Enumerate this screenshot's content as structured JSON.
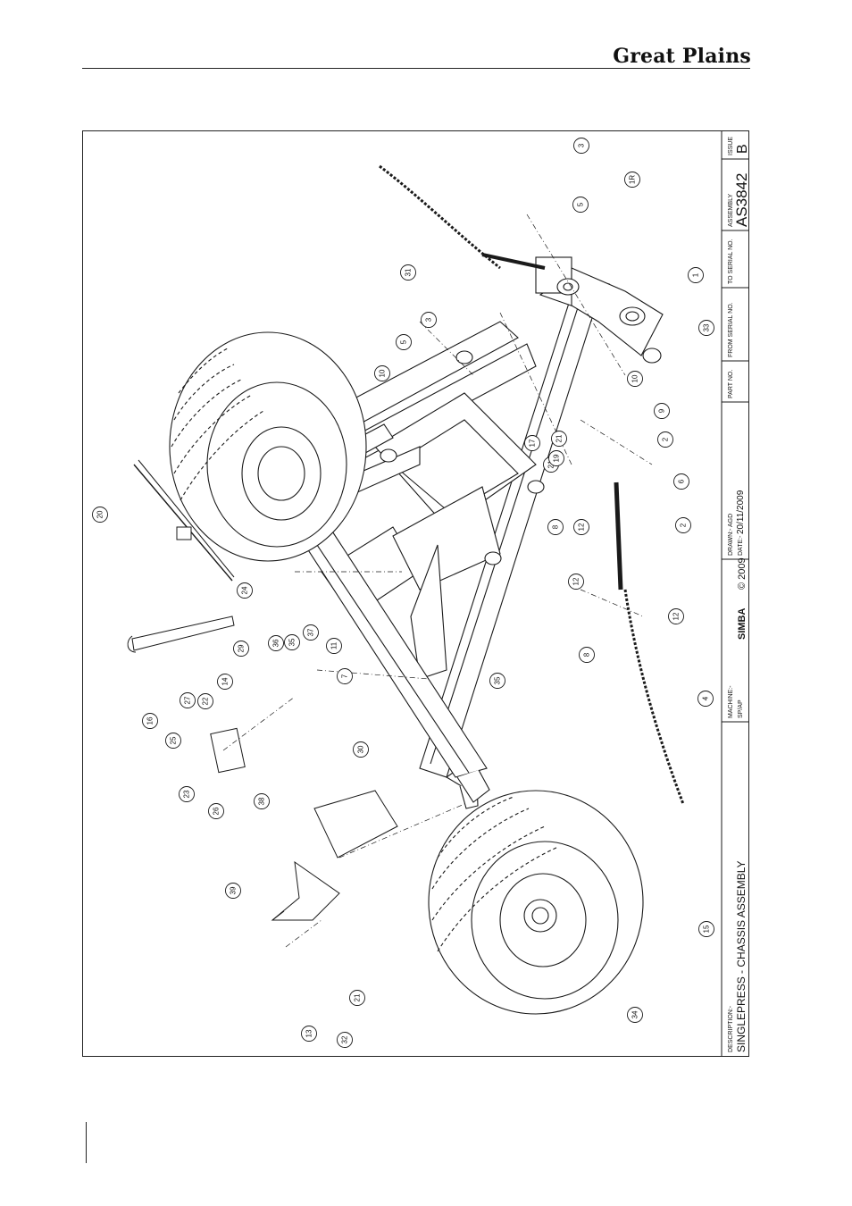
{
  "header": {
    "brand": "Great Plains"
  },
  "title_block": {
    "description_label": "DESCRIPTION:-",
    "description": "SINGLEPRESS - CHASSIS ASSEMBLY",
    "machine_label": "MACHINE:-",
    "machine": "SP/AP",
    "logo_text": "SIMBA",
    "copyright": "© 2009",
    "drawn_label": "DRAWN:- AGD",
    "date_label": "DATE:-",
    "date": "20/11/2009",
    "part_no_label": "PART NO.",
    "from_serial_label": "FROM SERIAL NO.",
    "to_serial_label": "TO SERIAL NO.",
    "assembly_label": "ASSEMBLY",
    "assembly": "AS3842",
    "issue_label": "ISSUE",
    "issue": "B"
  },
  "callouts": [
    "3",
    "5",
    "1R",
    "1",
    "33",
    "31",
    "3",
    "5",
    "10",
    "10",
    "9",
    "2",
    "6",
    "17",
    "21",
    "21",
    "19",
    "8",
    "12",
    "2",
    "12",
    "12",
    "8",
    "4",
    "20",
    "24",
    "29",
    "36",
    "35",
    "37",
    "11",
    "7",
    "14",
    "22",
    "27",
    "25",
    "16",
    "30",
    "23",
    "26",
    "38",
    "35",
    "39",
    "21",
    "13",
    "32",
    "34",
    "15"
  ],
  "colors": {
    "line": "#1a1a1a",
    "paper": "#ffffff"
  }
}
